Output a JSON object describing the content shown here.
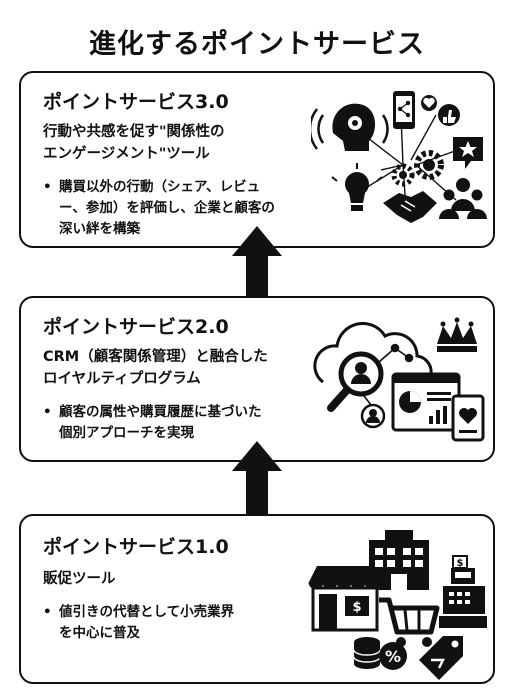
{
  "title": "進化するポイントサービス",
  "cards": [
    {
      "heading": "ポイントサービス3.0",
      "subtitle_lines": [
        "行動や共感を促す\"関係性の",
        "エンゲージメント\"ツール"
      ],
      "bullet_lines": [
        "購買以外の行動（シェア、レビュ",
        "ー、参加）を評価し、企業と顧客の",
        "深い絆を構築"
      ],
      "icons": [
        "head-gears-icon",
        "smartphone-share-icon",
        "thumbs-up-icon",
        "heart-icon",
        "star-bubble-icon",
        "gears-icon",
        "lightbulb-icon",
        "handshake-icon",
        "people-group-icon"
      ]
    },
    {
      "heading": "ポイントサービス2.0",
      "subtitle_lines": [
        "CRM（顧客関係管理）と融合した",
        "ロイヤルティプログラム"
      ],
      "bullet_lines": [
        "顧客の属性や購買履歴に基づいた",
        "個別アプローチを実現"
      ],
      "icons": [
        "cloud-icon",
        "magnifier-user-icon",
        "crown-icon",
        "dashboard-icon",
        "user-node-icon",
        "loyalty-card-icon"
      ]
    },
    {
      "heading": "ポイントサービス1.0",
      "subtitle_lines": [
        "販促ツール"
      ],
      "bullet_lines": [
        "値引きの代替として小売業界",
        "を中心に普及"
      ],
      "icons": [
        "department-store-icon",
        "storefront-icon",
        "shopping-cart-icon",
        "cash-register-icon",
        "coins-percent-icon",
        "price-tag-icon"
      ]
    }
  ]
}
